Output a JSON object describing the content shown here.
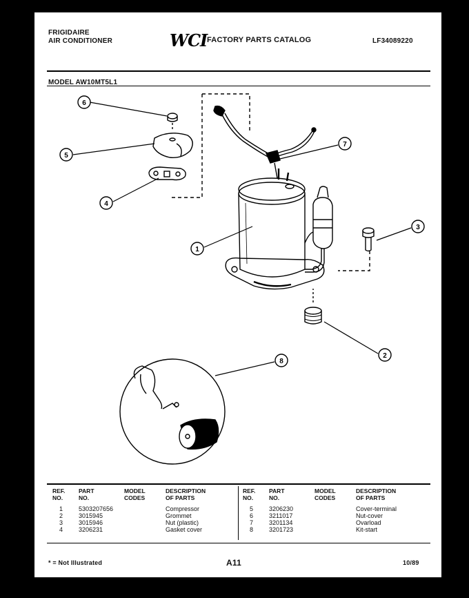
{
  "header": {
    "brand_line1": "FRIGIDAIRE",
    "brand_line2": "AIR CONDITIONER",
    "logo": "WCI",
    "catalog_title": "FACTORY PARTS CATALOG",
    "catalog_number": "LF34089220",
    "model": "MODEL AW10MT5L1"
  },
  "diagram": {
    "callouts": [
      "1",
      "2",
      "3",
      "4",
      "5",
      "6",
      "7",
      "8"
    ]
  },
  "table": {
    "headers": {
      "ref": [
        "REF.",
        "NO."
      ],
      "part": [
        "PART",
        "NO."
      ],
      "model": [
        "MODEL",
        "CODES"
      ],
      "desc": [
        "DESCRIPTION",
        "OF PARTS"
      ]
    },
    "left_rows": [
      {
        "ref": "1",
        "part": "5303207656",
        "model": "",
        "desc": "Compressor"
      },
      {
        "ref": "2",
        "part": "3015945",
        "model": "",
        "desc": "Grommet"
      },
      {
        "ref": "3",
        "part": "3015946",
        "model": "",
        "desc": "Nut (plastic)"
      },
      {
        "ref": "4",
        "part": "3206231",
        "model": "",
        "desc": "Gasket cover"
      }
    ],
    "right_rows": [
      {
        "ref": "5",
        "part": "3206230",
        "model": "",
        "desc": "Cover-terminal"
      },
      {
        "ref": "6",
        "part": "3211017",
        "model": "",
        "desc": "Nut-cover"
      },
      {
        "ref": "7",
        "part": "3201134",
        "model": "",
        "desc": "Ovarload"
      },
      {
        "ref": "8",
        "part": "3201723",
        "model": "",
        "desc": "Kit-start"
      }
    ]
  },
  "footer": {
    "note": "* = Not Illustrated",
    "page": "A11",
    "date": "10/89"
  }
}
